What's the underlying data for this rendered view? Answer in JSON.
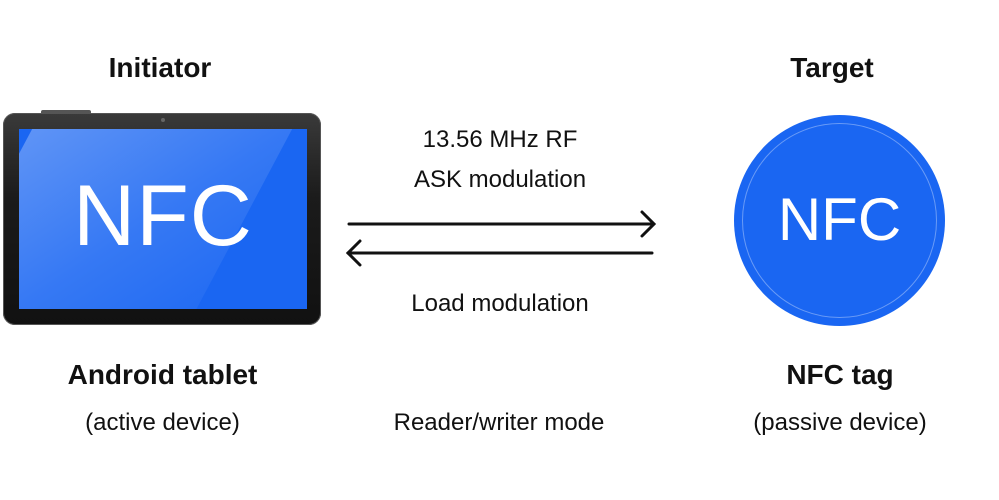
{
  "initiator": {
    "heading": "Initiator",
    "device_name": "Android tablet",
    "device_role": "(active device)",
    "screen_text": "NFC",
    "icon": "tablet-icon"
  },
  "target": {
    "heading": "Target",
    "device_name": "NFC tag",
    "device_role": "(passive device)",
    "tag_text": "NFC",
    "icon": "nfc-tag-icon"
  },
  "link": {
    "forward_line1": "13.56 MHz RF",
    "forward_line2": "ASK modulation",
    "return_label": "Load modulation",
    "mode": "Reader/writer mode"
  },
  "colors": {
    "nfc_blue": "#1a66f2",
    "text": "#111111",
    "background": "#ffffff"
  }
}
